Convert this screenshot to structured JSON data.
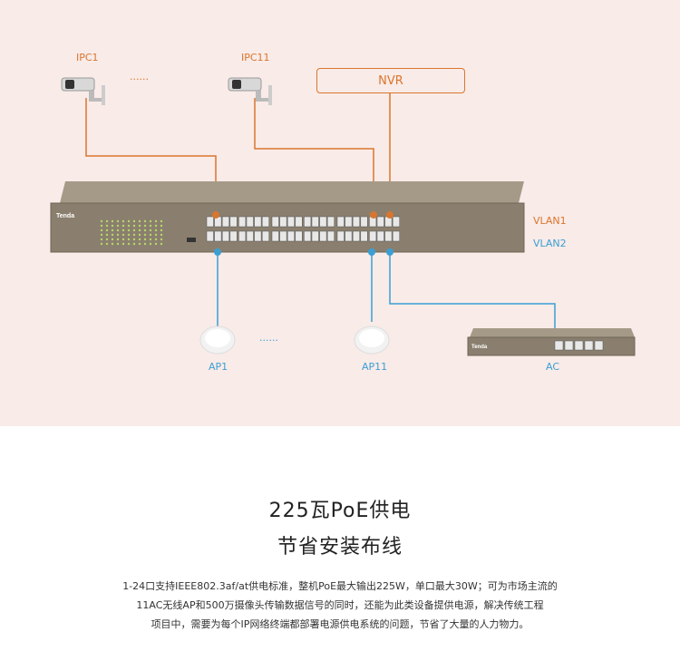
{
  "nodes": {
    "ipc1": "IPC1",
    "ipc11": "IPC11",
    "ipc_dots": "......",
    "nvr": "NVR",
    "ap1": "AP1",
    "ap11": "AP11",
    "ap_dots": "......",
    "ac": "AC",
    "vlan1": "VLAN1",
    "vlan2": "VLAN2"
  },
  "colors": {
    "vlan1": "#d9762e",
    "vlan2": "#3a9fd4",
    "background": "#f9ebe8"
  },
  "headline": {
    "line1": "225瓦PoE供电",
    "line2": "节省安装布线"
  },
  "description": [
    "1-24口支持IEEE802.3af/at供电标准，整机PoE最大输出225W，单口最大30W；可为市场主流的",
    "11AC无线AP和500万摄像头传输数据信号的同时，还能为此类设备提供电源，解决传统工程",
    "项目中，需要为每个IP网络终端都部署电源供电系统的问题，节省了大量的人力物力。"
  ]
}
